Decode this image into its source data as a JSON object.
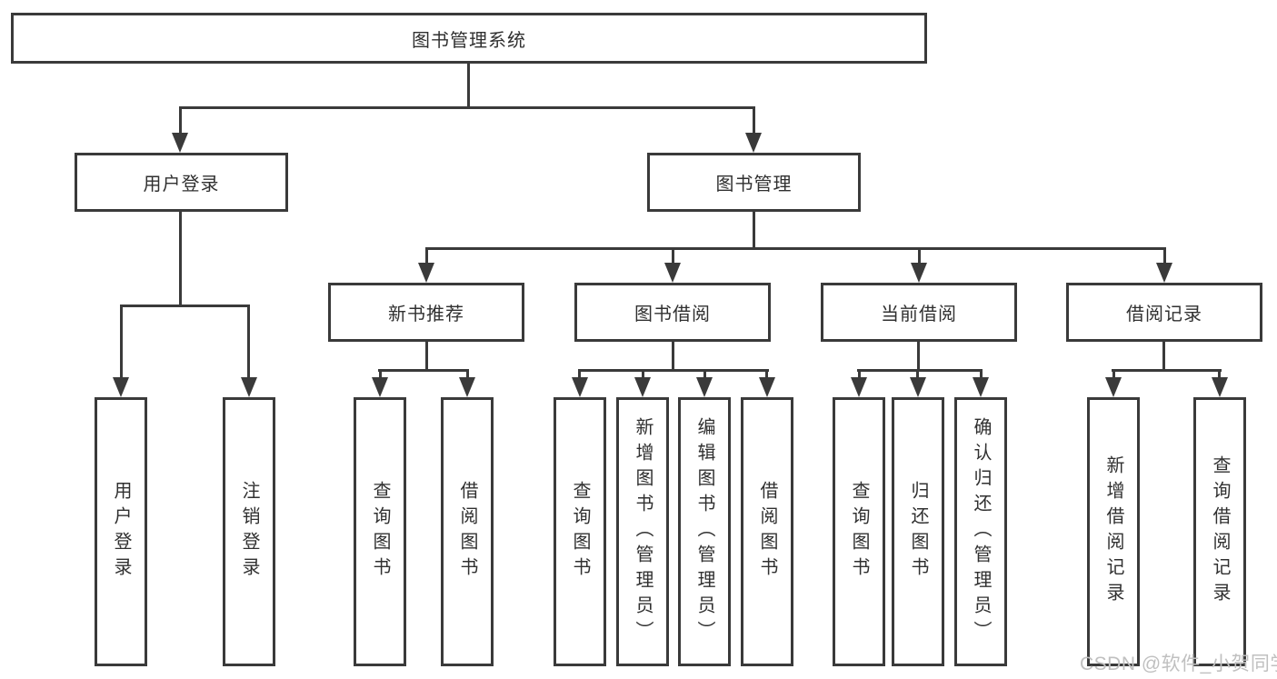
{
  "diagram": {
    "root": "图书管理系统",
    "level2": [
      "用户登录",
      "图书管理"
    ],
    "level3": [
      "新书推荐",
      "图书借阅",
      "当前借阅",
      "借阅记录"
    ],
    "children": {
      "user_login": [
        "用户登录",
        "注销登录"
      ],
      "new_book_recommend": [
        "查询图书",
        "借阅图书"
      ],
      "book_borrowing": [
        "查询图书",
        "新增图书（管理员）",
        "编辑图书（管理员）",
        "借阅图书"
      ],
      "current_borrowing": [
        "查询图书",
        "归还图书",
        "确认归还（管理员）"
      ],
      "borrowing_records": [
        "新增借阅记录",
        "查询借阅记录"
      ]
    },
    "colors": {
      "line": "#3a3a3a",
      "text": "#303030",
      "background": "#ffffff",
      "watermark": "#c0c0c0"
    }
  },
  "watermark": "CSDN @软件_小贺同学"
}
